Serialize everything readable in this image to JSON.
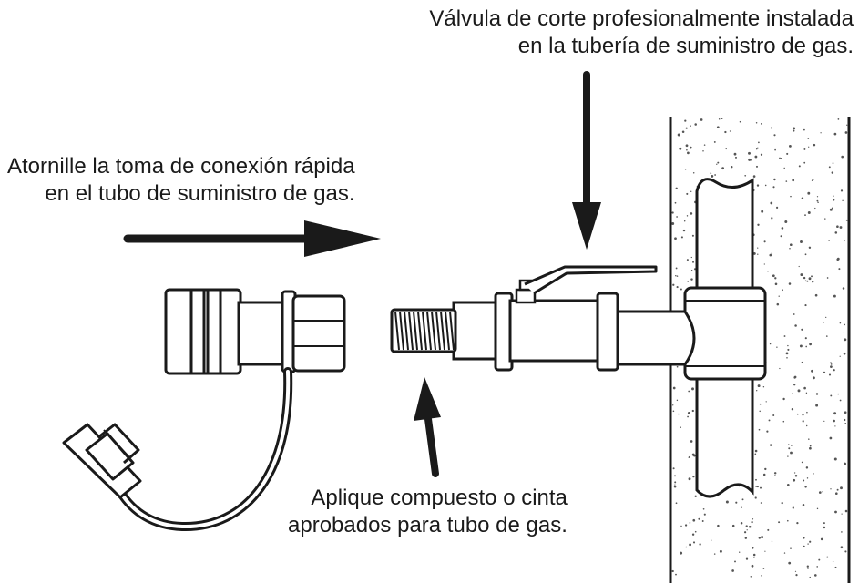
{
  "labels": {
    "valve": {
      "line1": "Válvula de corte profesionalmente instalada",
      "line2": "en la tubería de suministro de gas."
    },
    "screw": {
      "line1": "Atornille la toma de conexión rápida",
      "line2": "en el tubo de suministro de gas."
    },
    "compound": {
      "line1": "Aplique compuesto o cinta",
      "line2": "aprobados para tubo de gas."
    }
  },
  "colors": {
    "ink": "#1a1a1a",
    "background": "#ffffff",
    "wall_speckle": "#555555"
  }
}
